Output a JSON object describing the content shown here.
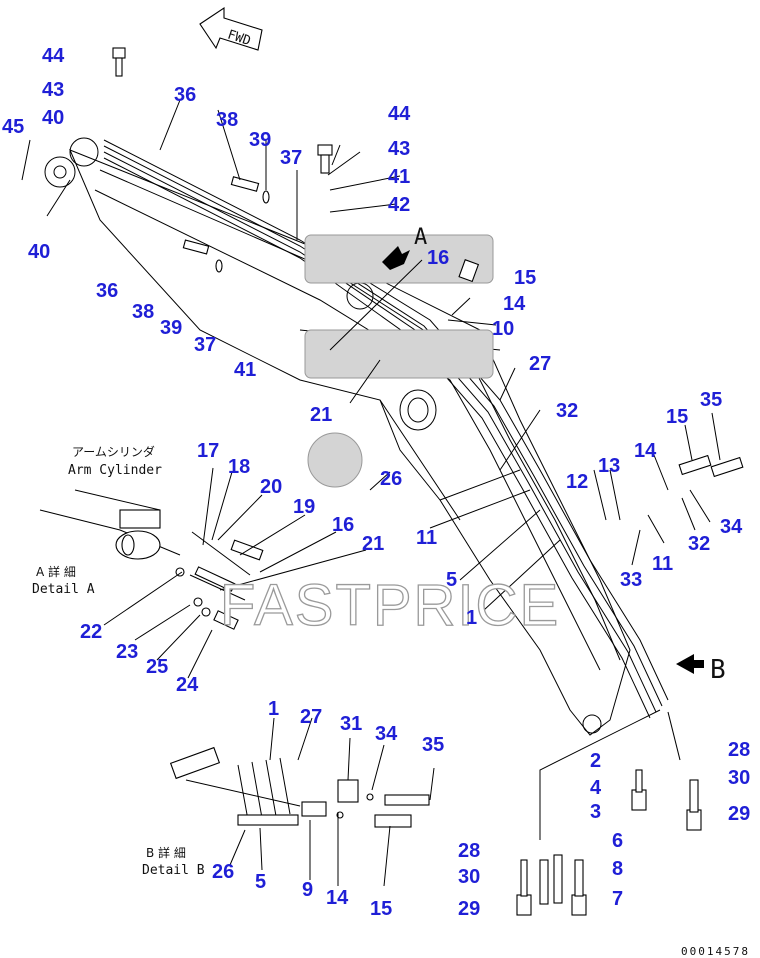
{
  "drawing": {
    "fwd_label": "FWD",
    "detail_a": {
      "jp": "A 詳 細",
      "en": "Detail A",
      "callout": "A"
    },
    "detail_b": {
      "jp": "B 詳 細",
      "en": "Detail B",
      "callout": "B"
    },
    "arm_cylinder": {
      "jp": "アームシリンダ",
      "en": "Arm Cylinder"
    },
    "watermark": "FASTPRICE",
    "serial": "00014578",
    "colors": {
      "callout_numbers": "#1f1fd6",
      "lines": "#000000",
      "watermark_outline": "#9a9a9a",
      "placeholder_box": "#d4d4d4"
    }
  },
  "callouts": [
    "44",
    "43",
    "40",
    "45",
    "40",
    "36",
    "38",
    "39",
    "37",
    "36",
    "38",
    "39",
    "37",
    "41",
    "44",
    "43",
    "41",
    "42",
    "16",
    "15",
    "14",
    "10",
    "27",
    "32",
    "21",
    "26",
    "11",
    "5",
    "1",
    "15",
    "35",
    "14",
    "13",
    "12",
    "32",
    "34",
    "11",
    "33",
    "17",
    "18",
    "20",
    "19",
    "16",
    "21",
    "22",
    "23",
    "25",
    "24",
    "1",
    "27",
    "31",
    "34",
    "35",
    "26",
    "5",
    "9",
    "14",
    "15",
    "2",
    "4",
    "3",
    "28",
    "30",
    "29",
    "6",
    "8",
    "7",
    "28",
    "30",
    "29"
  ]
}
